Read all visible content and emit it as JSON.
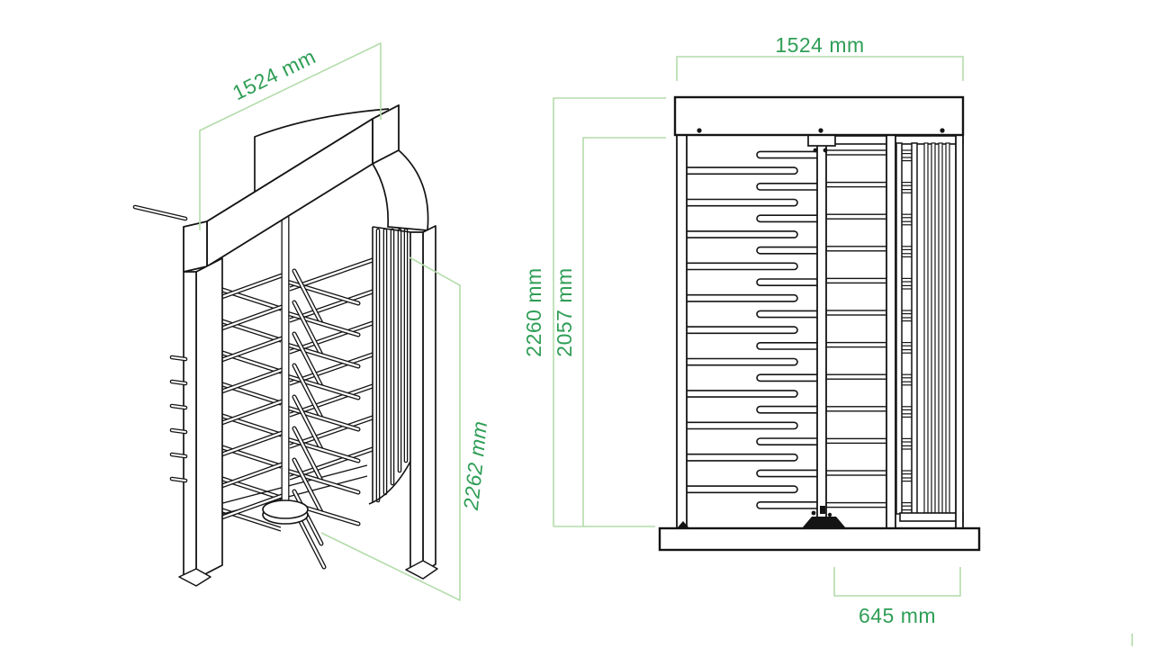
{
  "page": {
    "background": "#ffffff"
  },
  "drawing": {
    "subject": "full-height turnstile technical drawing, isometric view and front elevation",
    "line_color": "#141414",
    "dimension_line_color": "#b3dcaa",
    "dimension_text_color": "#2f9e56"
  },
  "labels": {
    "iso_width": "1524 mm",
    "iso_height": "2262 mm",
    "front_width": "1524 mm",
    "front_total_height": "2260 mm",
    "front_frame_height": "2057 mm",
    "front_passage_width": "645 mm"
  },
  "iso_view": {
    "left_stub_count": 6,
    "rotor_wing_levels": 8,
    "right_wall_bar_count": 5
  },
  "front_view": {
    "rotor_arm_rows": 23,
    "short_arms": 12,
    "long_arms": 11,
    "middle_rail_count": 12,
    "right_rung_levels": 12,
    "right_vertical_bar_count": 4,
    "header_screw_count": 3
  }
}
